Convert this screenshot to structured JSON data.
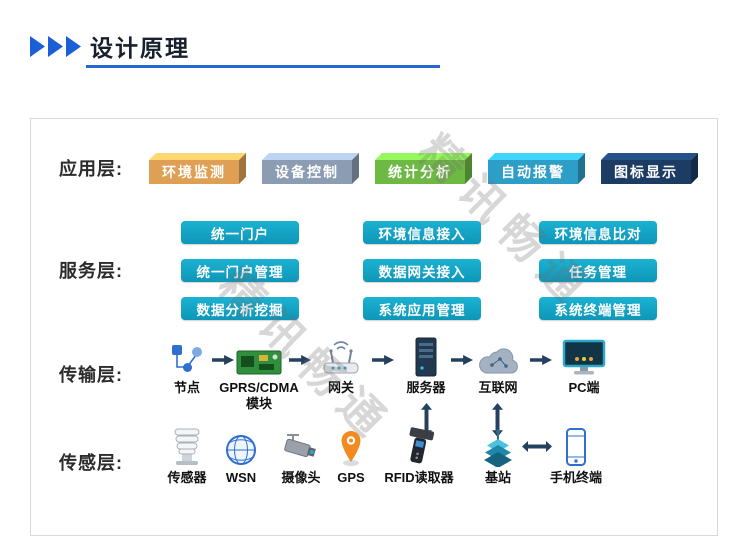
{
  "header": {
    "title": "设计原理"
  },
  "watermark": {
    "text": "精讯畅通"
  },
  "colors": {
    "accent_blue": "#2468D4",
    "service_button": "#12A5C6",
    "arrow": "#24415F"
  },
  "application_layer": {
    "label": "应用层:",
    "items": [
      {
        "label": "环境监测",
        "color": "#DFA055"
      },
      {
        "label": "设备控制",
        "color": "#8C9DB3"
      },
      {
        "label": "统计分析",
        "color": "#6EB844"
      },
      {
        "label": "自动报警",
        "color": "#2E9EC6"
      },
      {
        "label": "图标显示",
        "color": "#1C3C64"
      }
    ]
  },
  "service_layer": {
    "label": "服务层:",
    "columns": [
      [
        "统一门户",
        "统一门户管理",
        "数据分析挖掘"
      ],
      [
        "环境信息接入",
        "数据网关接入",
        "系统应用管理"
      ],
      [
        "环境信息比对",
        "任务管理",
        "系统终端管理"
      ]
    ]
  },
  "transmission_layer": {
    "label": "传输层:",
    "items": [
      {
        "label": "节点",
        "icon": "network-node-icon"
      },
      {
        "label": "GPRS/CDMA\n模块",
        "icon": "gprs-module-icon"
      },
      {
        "label": "网关",
        "icon": "gateway-icon"
      },
      {
        "label": "服务器",
        "icon": "server-icon"
      },
      {
        "label": "互联网",
        "icon": "internet-cloud-icon"
      },
      {
        "label": "PC端",
        "icon": "pc-monitor-icon"
      }
    ]
  },
  "sensing_layer": {
    "label": "传感层:",
    "items": [
      {
        "label": "传感器",
        "icon": "sensor-icon"
      },
      {
        "label": "WSN",
        "icon": "wsn-globe-icon"
      },
      {
        "label": "摄像头",
        "icon": "camera-icon"
      },
      {
        "label": "GPS",
        "icon": "gps-pin-icon"
      },
      {
        "label": "RFID读取器",
        "icon": "rfid-reader-icon"
      },
      {
        "label": "基站",
        "icon": "base-station-icon"
      },
      {
        "label": "手机终端",
        "icon": "mobile-terminal-icon"
      }
    ]
  }
}
